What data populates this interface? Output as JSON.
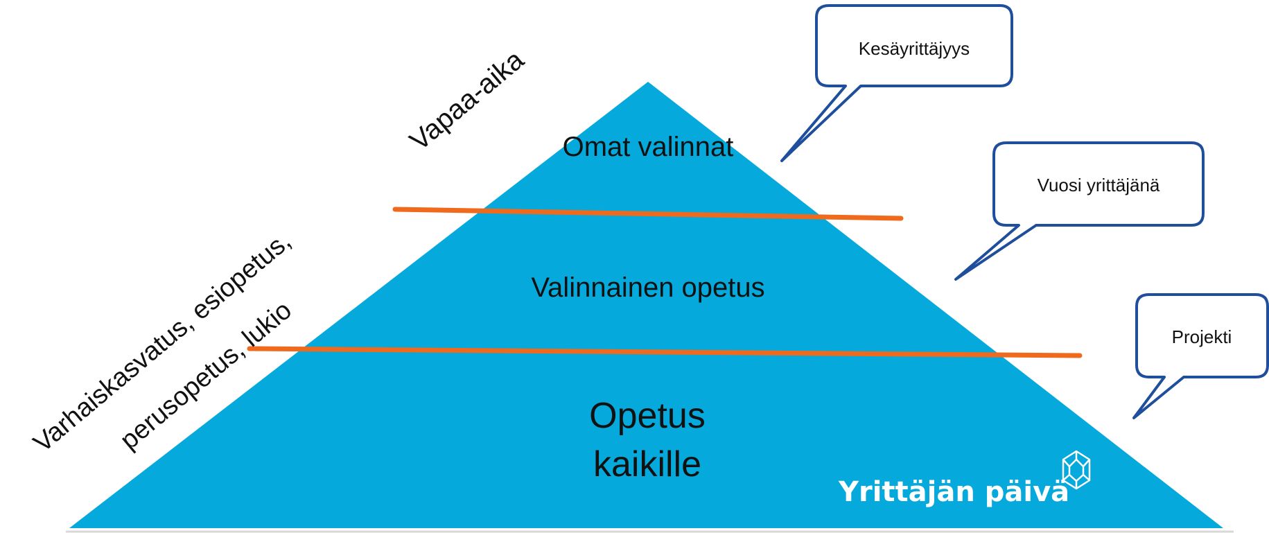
{
  "colors": {
    "pyramid_fill": "#05A9DB",
    "divider_line": "#F06A1E",
    "bubble_stroke": "#1F4E9C",
    "bubble_fill": "#FFFFFF",
    "text": "#111111",
    "logo": "#FFFFFF"
  },
  "pyramid": {
    "levels": [
      {
        "label": "Omat valinnat"
      },
      {
        "label": "Valinnainen opetus"
      },
      {
        "label_line1": "Opetus",
        "label_line2": "kaikille"
      }
    ]
  },
  "side_labels": {
    "top": "Vapaa-aika",
    "bottom_line1": "Varhaiskasvatus, esiopetus,",
    "bottom_line2": "perusopetus, lukio"
  },
  "callouts": [
    {
      "label": "Kesäyrittäjyys"
    },
    {
      "label": "Vuosi yrittäjänä"
    },
    {
      "label": "Projekti"
    }
  ],
  "logo": {
    "text": "Yrittäjän päivä",
    "icon": "diamond-gem-icon"
  }
}
